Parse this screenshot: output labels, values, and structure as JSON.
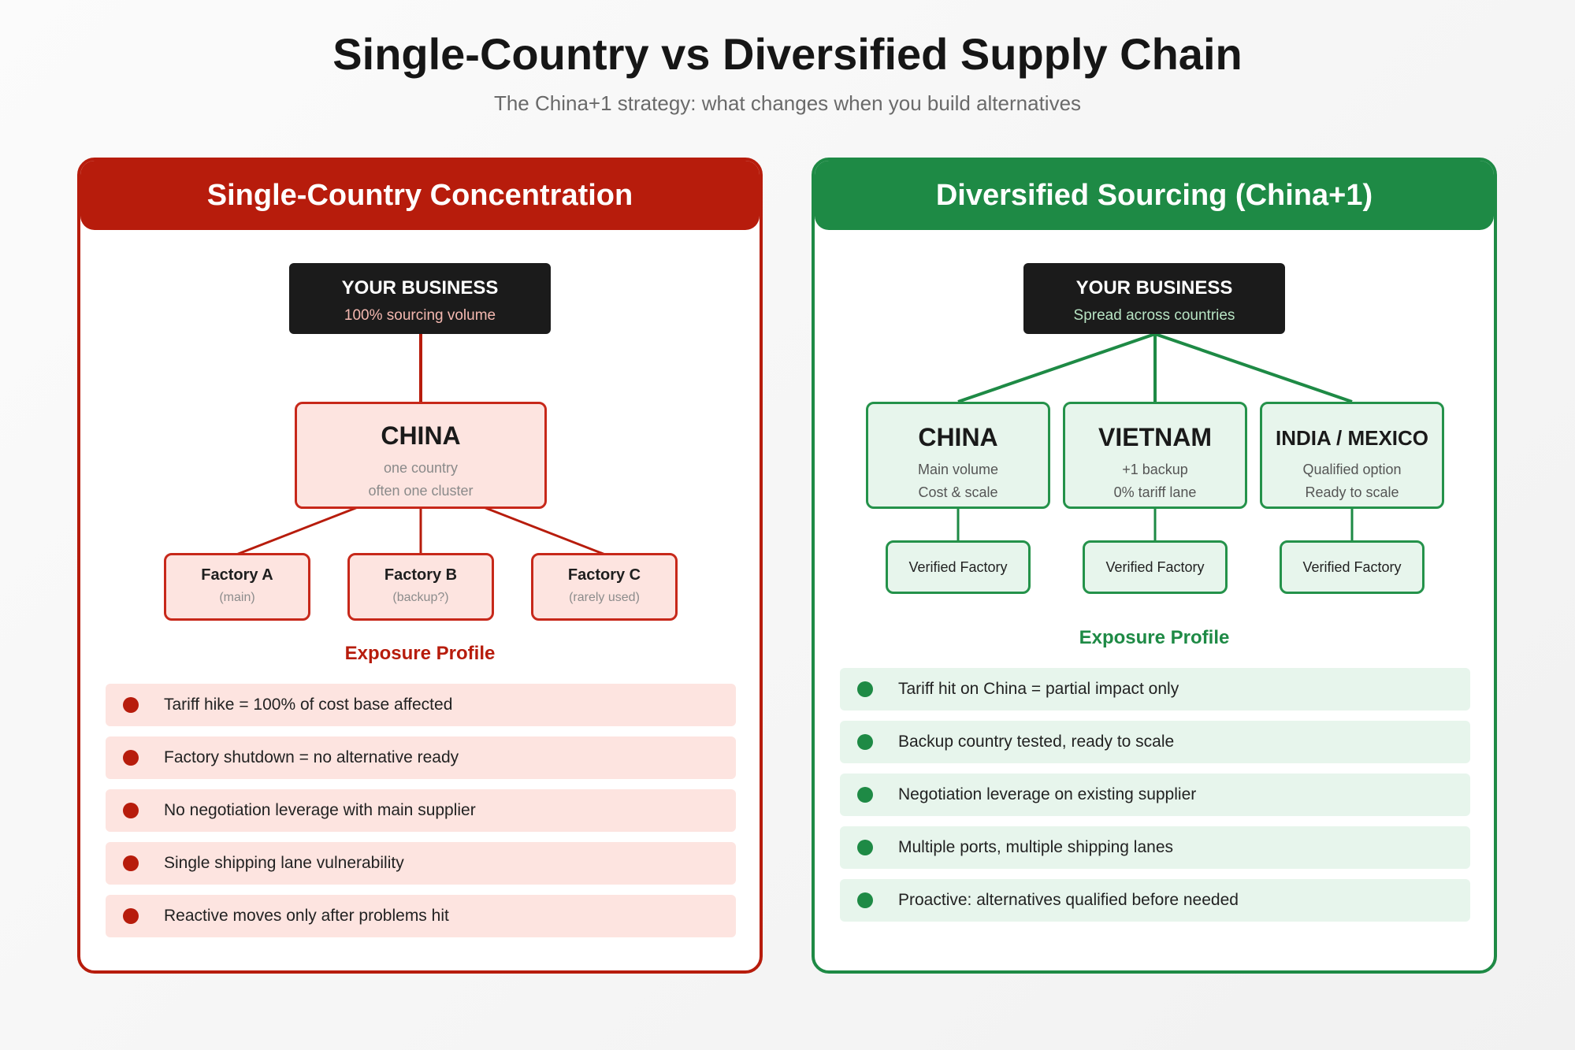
{
  "title": "Single-Country vs Diversified Supply Chain",
  "subtitle": "The China+1 strategy: what changes when you build alternatives",
  "colors": {
    "red": "#b71c0c",
    "green": "#1e8a45",
    "dark": "#1b1b1b"
  },
  "left": {
    "header": "Single-Country Concentration",
    "business": {
      "name": "YOUR BUSINESS",
      "sub": "100% sourcing volume"
    },
    "country": {
      "name": "CHINA",
      "line1": "one country",
      "line2": "often one cluster"
    },
    "factories": [
      {
        "name": "Factory A",
        "sub": "(main)"
      },
      {
        "name": "Factory B",
        "sub": "(backup?)"
      },
      {
        "name": "Factory C",
        "sub": "(rarely used)"
      }
    ],
    "exposure_title": "Exposure Profile",
    "exposure": [
      "Tariff hike = 100% of cost base affected",
      "Factory shutdown = no alternative ready",
      "No negotiation leverage with main supplier",
      "Single shipping lane vulnerability",
      "Reactive moves only after problems hit"
    ]
  },
  "right": {
    "header": "Diversified Sourcing (China+1)",
    "business": {
      "name": "YOUR BUSINESS",
      "sub": "Spread across countries"
    },
    "countries": [
      {
        "name": "CHINA",
        "line1": "Main volume",
        "line2": "Cost & scale",
        "factory": "Verified Factory"
      },
      {
        "name": "VIETNAM",
        "line1": "+1 backup",
        "line2": "0% tariff lane",
        "factory": "Verified Factory"
      },
      {
        "name": "INDIA / MEXICO",
        "line1": "Qualified option",
        "line2": "Ready to scale",
        "factory": "Verified Factory"
      }
    ],
    "exposure_title": "Exposure Profile",
    "exposure": [
      "Tariff hit on China = partial impact only",
      "Backup country tested, ready to scale",
      "Negotiation leverage on existing supplier",
      "Multiple ports, multiple shipping lanes",
      "Proactive: alternatives qualified before needed"
    ]
  }
}
